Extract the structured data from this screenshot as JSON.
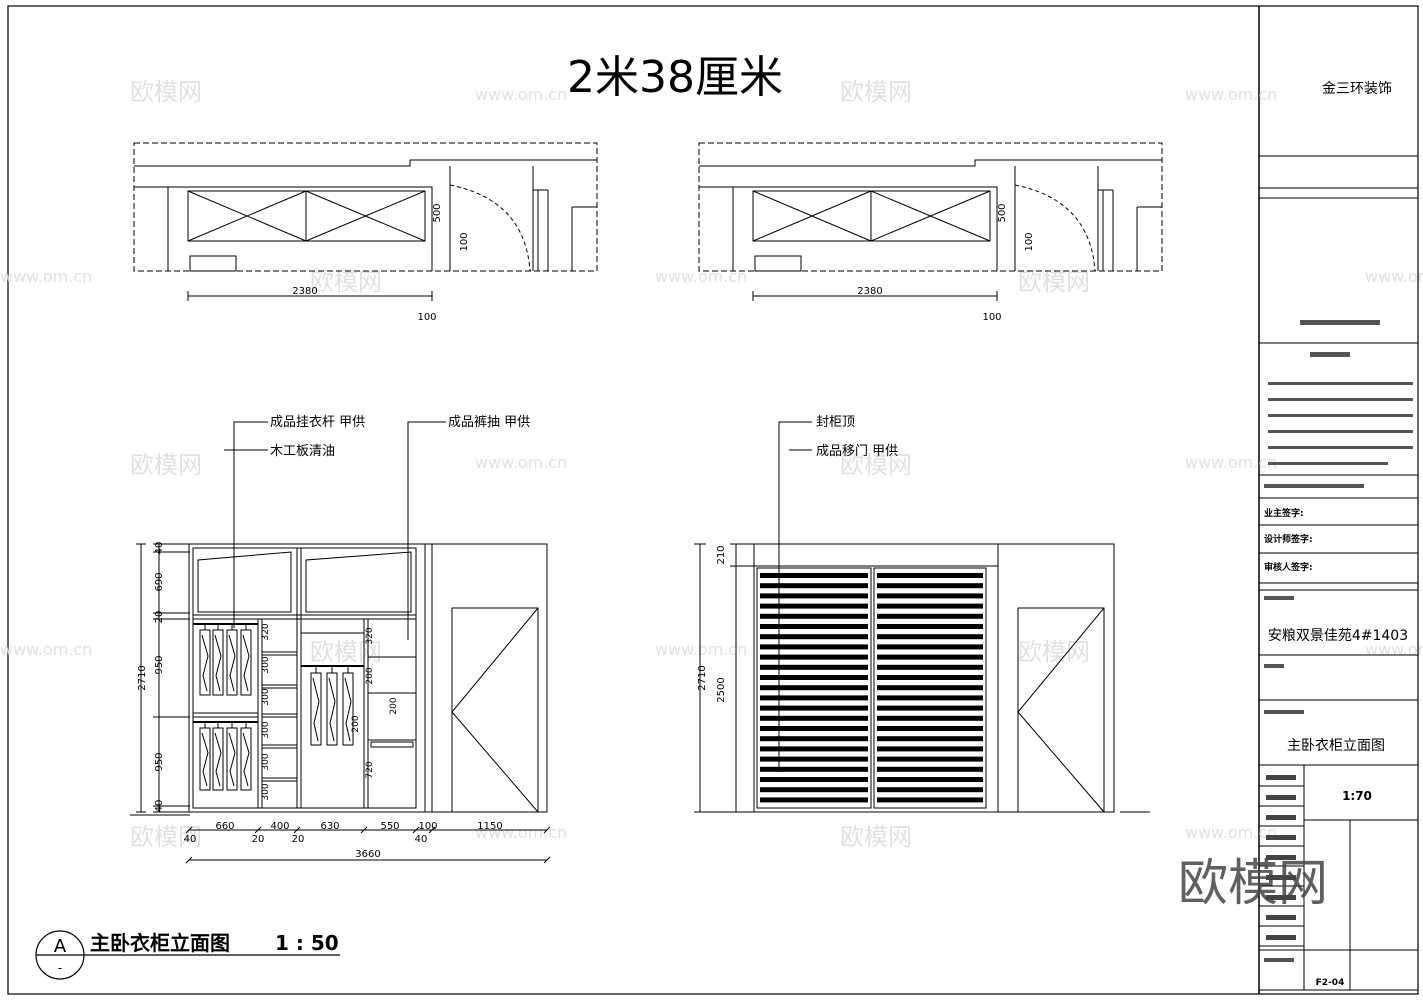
{
  "title": "2米38厘米",
  "company": "金三环装饰",
  "plan": {
    "dims": [
      "2380",
      "100",
      "500",
      "100"
    ]
  },
  "labels_left": [
    "成品挂衣杆 甲供",
    "木工板清油",
    "成品裤抽 甲供"
  ],
  "labels_right": [
    "封柜顶",
    "成品移门 甲供"
  ],
  "left_elev": {
    "vdims": [
      "40",
      "690",
      "20",
      "950",
      "950",
      "40"
    ],
    "total_height": "2710",
    "inner_dims": [
      "320",
      "300",
      "300",
      "300",
      "300",
      "300",
      "320",
      "200",
      "200",
      "200",
      "720"
    ],
    "hdims_top": [
      "660",
      "400",
      "630",
      "550",
      "100",
      "1150"
    ],
    "hdims_bot": [
      "40",
      "20",
      "20",
      "40"
    ],
    "total_width": "3660"
  },
  "right_elev": {
    "vdims": [
      "210",
      "2500"
    ],
    "total_height": "2710"
  },
  "caption": {
    "symbol": "A",
    "symbol_sub": "-",
    "title": "主卧衣柜立面图",
    "scale": "1 : 50"
  },
  "title_block": {
    "project": "安粮双景佳苑4#1403",
    "drawing_name": "主卧衣柜立面图",
    "scale": "1:70",
    "rows_small": [
      "业主签字:",
      "设计师签字:",
      "审核人签字:"
    ],
    "sheet_no": "F2-04"
  },
  "watermarks": [
    "欧模网",
    "www.om.cn"
  ],
  "brand": "欧模网"
}
